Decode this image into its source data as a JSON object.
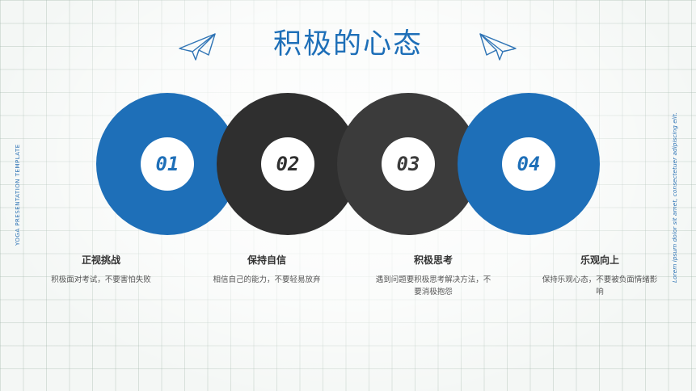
{
  "slide": {
    "title": "积极的心态",
    "side_left_text": "YOGA PRESENTATION TEMPLATE",
    "side_right_text": "Lorem ipsum dolor sit amet, consectetuer adipiscing elit.",
    "colors": {
      "accent_blue": "#1e6fb8",
      "dark_ring": "#2f2f2f",
      "mid_ring": "#3b3b3b"
    },
    "icons": [
      "paper-plane-icon-left",
      "paper-plane-icon-right"
    ]
  },
  "steps": [
    {
      "number": "01",
      "title": "正视挑战",
      "desc": "积极面对考试，不要害怕失败"
    },
    {
      "number": "02",
      "title": "保持自信",
      "desc": "相信自己的能力，不要轻易放弃"
    },
    {
      "number": "03",
      "title": "积极思考",
      "desc": "遇到问题要积极思考解决方法，不要消极抱怨"
    },
    {
      "number": "04",
      "title": "乐观向上",
      "desc": "保持乐观心态，不要被负面情绪影响"
    }
  ]
}
